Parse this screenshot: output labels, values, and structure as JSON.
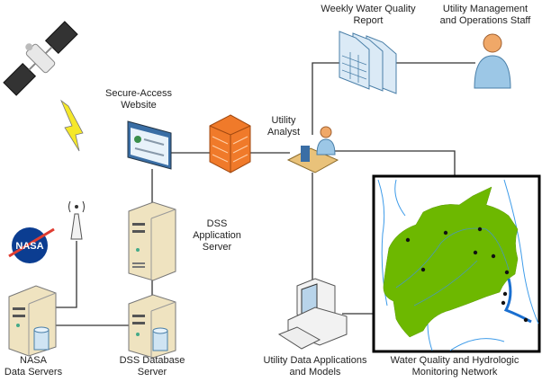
{
  "labels": {
    "website": [
      "Secure-Access",
      "Website"
    ],
    "analyst": [
      "Utility",
      "Analyst"
    ],
    "app_server": [
      "DSS",
      "Application",
      "Server"
    ],
    "report": [
      "Weekly Water Quality",
      "Report"
    ],
    "staff": [
      "Utility Management",
      "and Operations Staff"
    ],
    "nasa_servers": [
      "NASA",
      "Data Servers"
    ],
    "db_server": [
      "DSS Database",
      "Server"
    ],
    "apps": [
      "Utility Data Applications",
      "and Models"
    ],
    "network": [
      "Water Quality and Hydrologic",
      "Monitoring Network"
    ]
  },
  "logo_text": "NASA",
  "colors": {
    "watershed": "#6db800",
    "river": "#3d9be9",
    "firewall": "#f07a2a",
    "server": "#efe3c0",
    "line": "#333333"
  }
}
